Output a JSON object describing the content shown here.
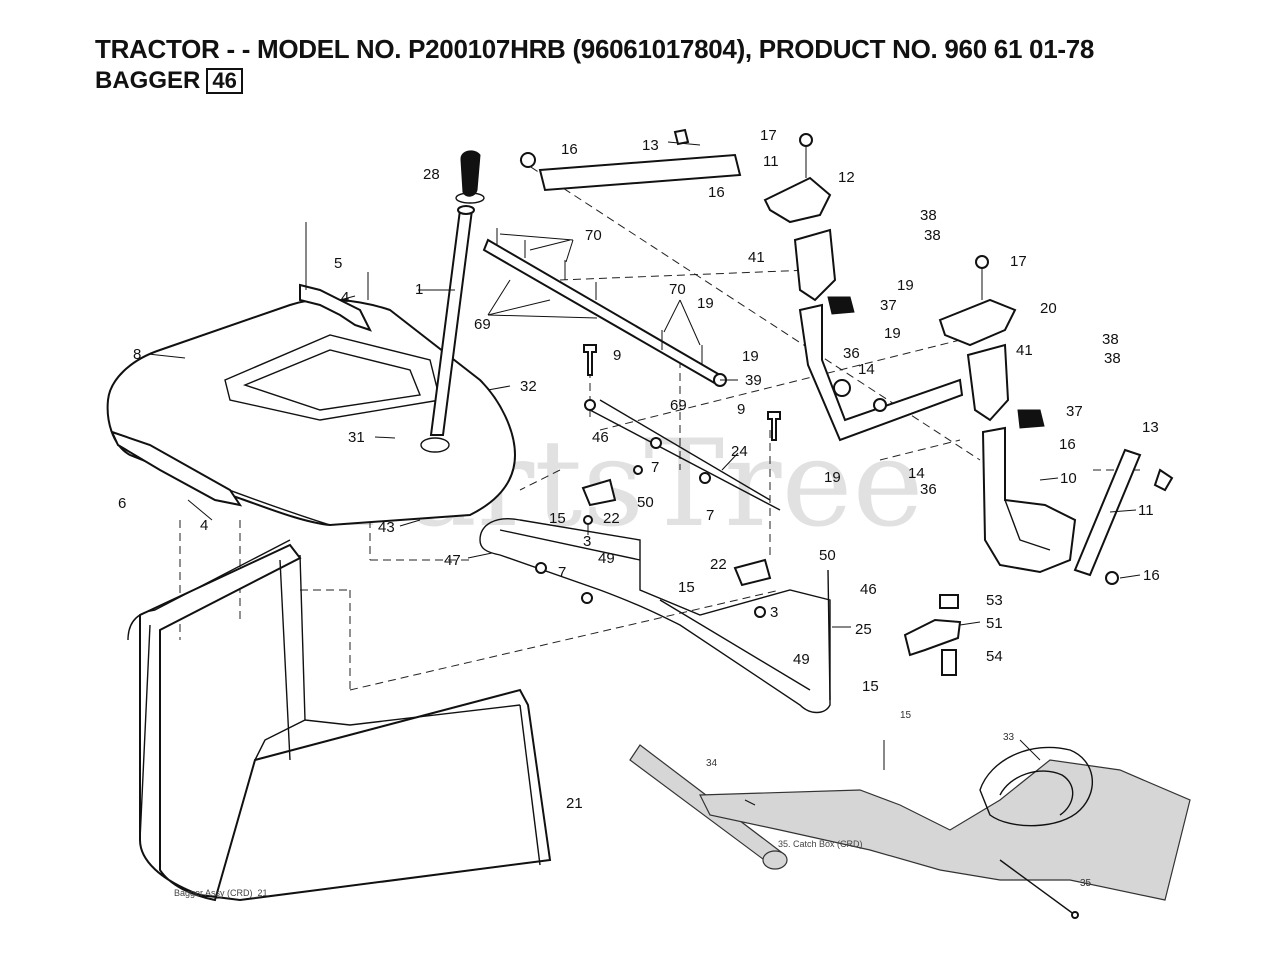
{
  "header": {
    "title": "TRACTOR - - MODEL NO. P200107HRB (96061017804), PRODUCT NO. 960 61 01-78",
    "subtitle": "BAGGER",
    "section_number": "46"
  },
  "watermark": "PartsTree",
  "caption": "Bagger Assy (CRD)_21",
  "inset_label": "35. Catch Box (CRD)",
  "callouts": {
    "c1": "1",
    "c3a": "3",
    "c3b": "3",
    "c4a": "4",
    "c4b": "4",
    "c5": "5",
    "c6": "6",
    "c7a": "7",
    "c7b": "7",
    "c7c": "7",
    "c8": "8",
    "c9a": "9",
    "c9b": "9",
    "c10": "10",
    "c11a": "11",
    "c11b": "11",
    "c12": "12",
    "c13a": "13",
    "c13b": "13",
    "c14a": "14",
    "c14b": "14",
    "c15a": "15",
    "c15b": "15",
    "c15c": "15",
    "c15d": "15",
    "c16a": "16",
    "c16b": "16",
    "c16c": "16",
    "c16d": "16",
    "c17a": "17",
    "c17b": "17",
    "c19a": "19",
    "c19b": "19",
    "c19c": "19",
    "c19d": "19",
    "c19e": "19",
    "c20": "20",
    "c21": "21",
    "c22a": "22",
    "c22b": "22",
    "c24": "24",
    "c25": "25",
    "c28": "28",
    "c31": "31",
    "c32": "32",
    "c33": "33",
    "c34": "34",
    "c35": "35",
    "c36a": "36",
    "c36b": "36",
    "c37a": "37",
    "c37b": "37",
    "c38a": "38",
    "c38b": "38",
    "c38c": "38",
    "c38d": "38",
    "c39": "39",
    "c41a": "41",
    "c41b": "41",
    "c43": "43",
    "c46a": "46",
    "c46b": "46",
    "c47": "47",
    "c49a": "49",
    "c49b": "49",
    "c50a": "50",
    "c50b": "50",
    "c51": "51",
    "c53": "53",
    "c54": "54",
    "c69a": "69",
    "c69b": "69",
    "c70a": "70",
    "c70b": "70"
  }
}
